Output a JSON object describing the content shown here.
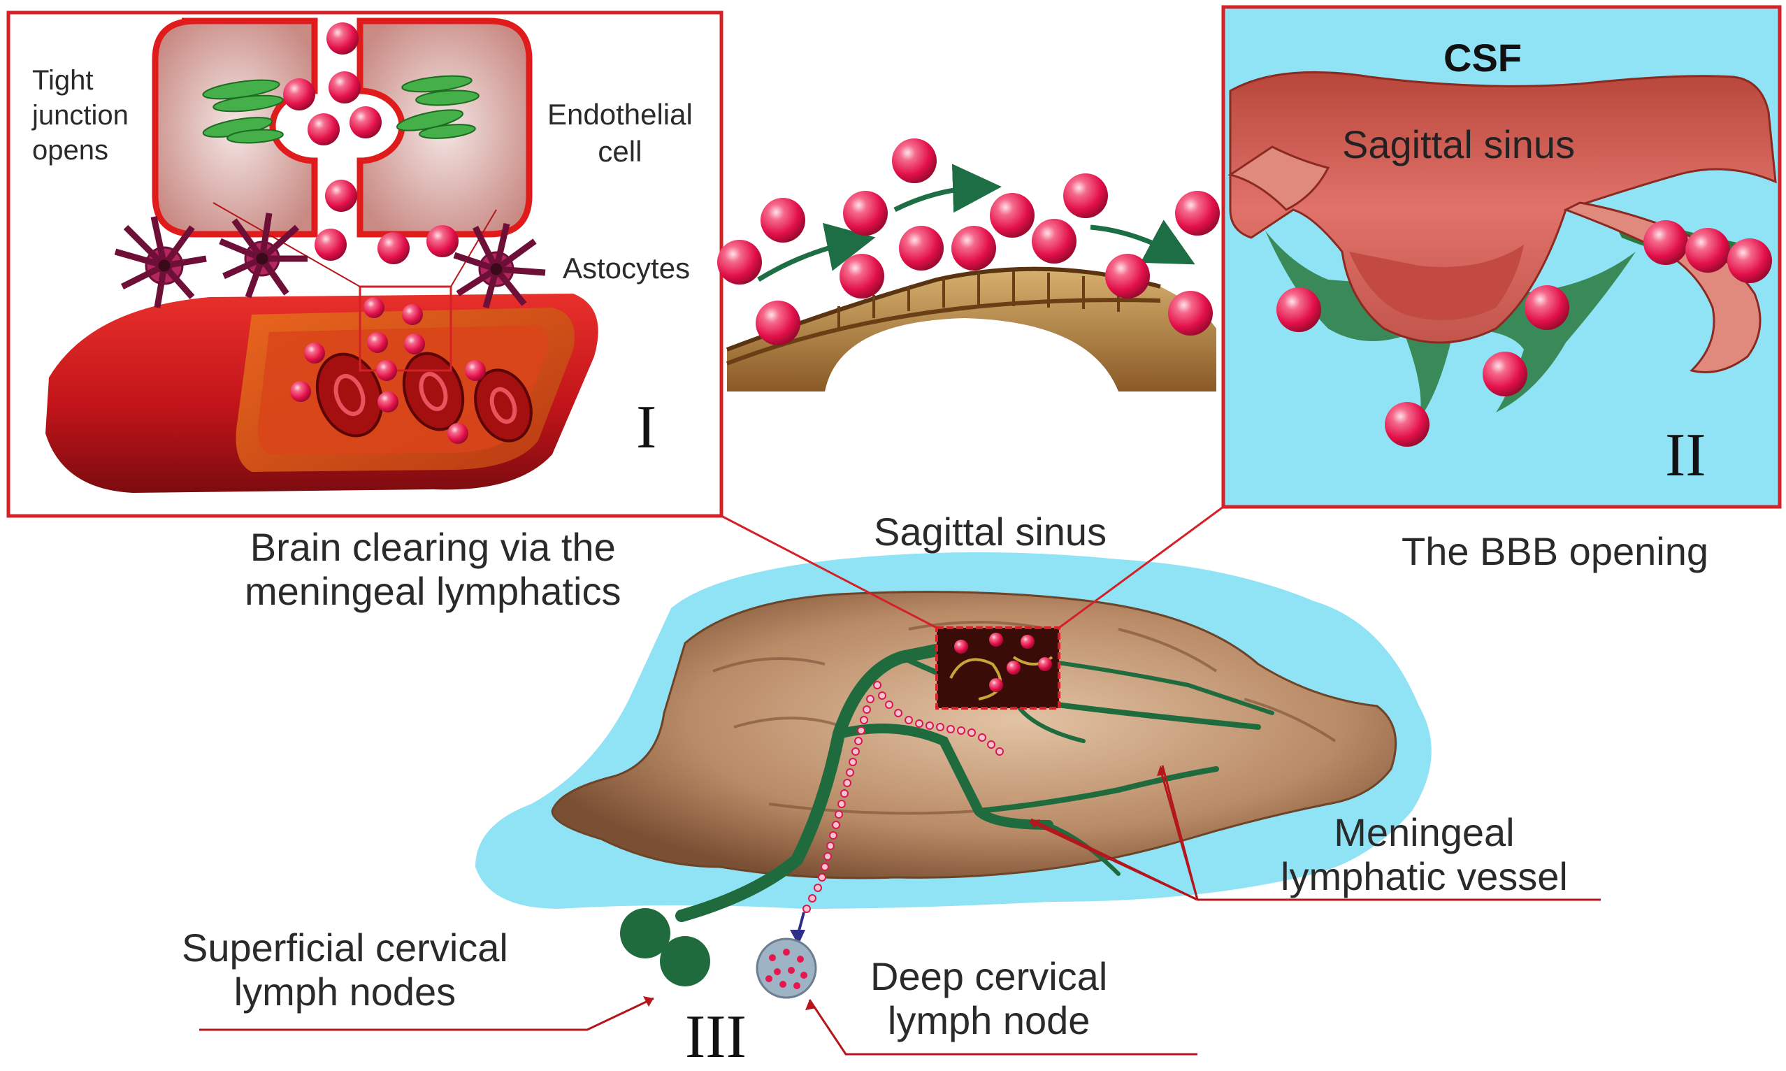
{
  "panel_one": {
    "label_tight_junction": "Tight\njunction\nopens",
    "label_endothelial": "Endothelial\ncell",
    "label_astrocytes": "Astocytes",
    "roman": "I"
  },
  "panel_two": {
    "label_csf": "CSF",
    "label_sinus": "Sagittal sinus",
    "roman": "II"
  },
  "captions": {
    "brain_clearing": "Brain clearing via the\nmeningeal lymphatics",
    "sagittal_sinus": "Sagittal sinus",
    "bbb_opening": "The BBB opening",
    "meningeal_vessel": "Meningeal\nlymphatic vessel",
    "superficial_nodes": "Superficial cervical\nlymph nodes",
    "deep_node": "Deep cervical\nlymph node",
    "roman_three": "III"
  },
  "colors": {
    "frame_red": "#d42027",
    "particle_pink": "#e8164f",
    "lymph_green": "#1f6b3e",
    "csf_blue": "#8fe3f5",
    "brain_brown": "#b88a68",
    "vessel_red": "#c81a1a"
  }
}
